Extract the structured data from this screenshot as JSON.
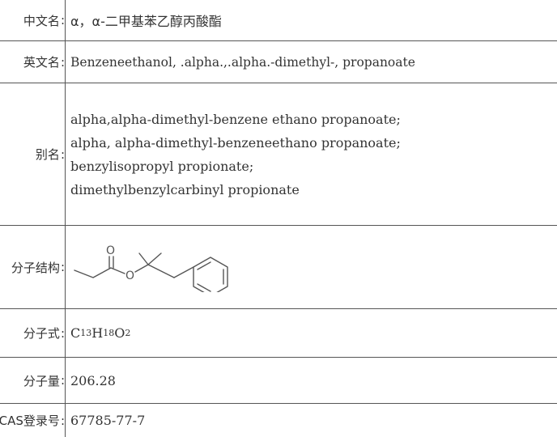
{
  "rows": {
    "chinese_name": {
      "label": "中文名",
      "value": "α，α-二甲基苯乙醇丙酸酯"
    },
    "english_name": {
      "label": "英文名",
      "value": "Benzeneethanol, .alpha.,.alpha.-dimethyl-, propanoate"
    },
    "synonyms": {
      "label": "别名",
      "items": [
        "alpha,alpha-dimethyl-benzene ethano propanoate;",
        "alpha, alpha-dimethyl-benzeneethano propanoate;",
        "benzylisopropyl propionate;",
        "dimethylbenzylcarbinyl propionate"
      ]
    },
    "structure": {
      "label": "分子结构",
      "atom_o1": "O",
      "atom_o2": "O"
    },
    "formula": {
      "label": "分子式",
      "parts": [
        {
          "el": "C",
          "n": "13"
        },
        {
          "el": "H",
          "n": "18"
        },
        {
          "el": "O",
          "n": "2"
        }
      ]
    },
    "mol_weight": {
      "label": "分子量",
      "value": "206.28"
    },
    "cas": {
      "label": "CAS登录号",
      "value": "67785-77-7"
    }
  },
  "colon": ":"
}
